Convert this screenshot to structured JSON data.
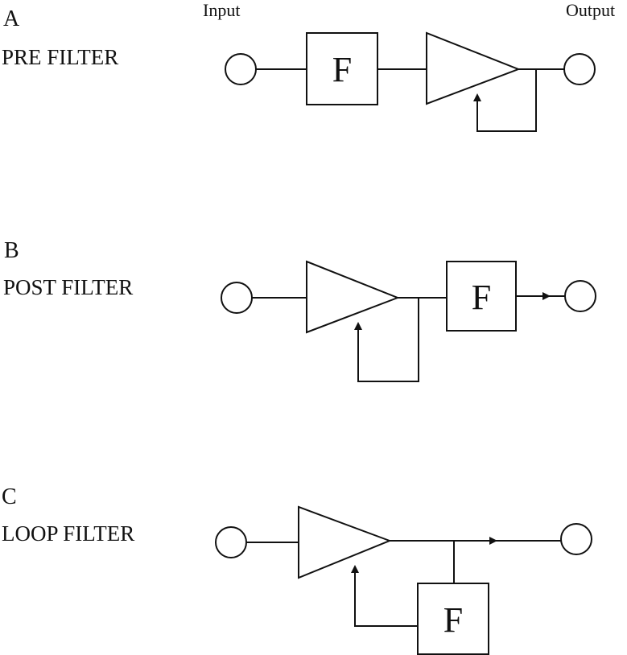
{
  "labels": {
    "input": "Input",
    "output": "Output"
  },
  "sections": [
    {
      "letter": "A",
      "name": "PRE FILTER",
      "filter_label": "F"
    },
    {
      "letter": "B",
      "name": "POST FILTER",
      "filter_label": "F"
    },
    {
      "letter": "C",
      "name": "LOOP FILTER",
      "filter_label": "F"
    }
  ]
}
